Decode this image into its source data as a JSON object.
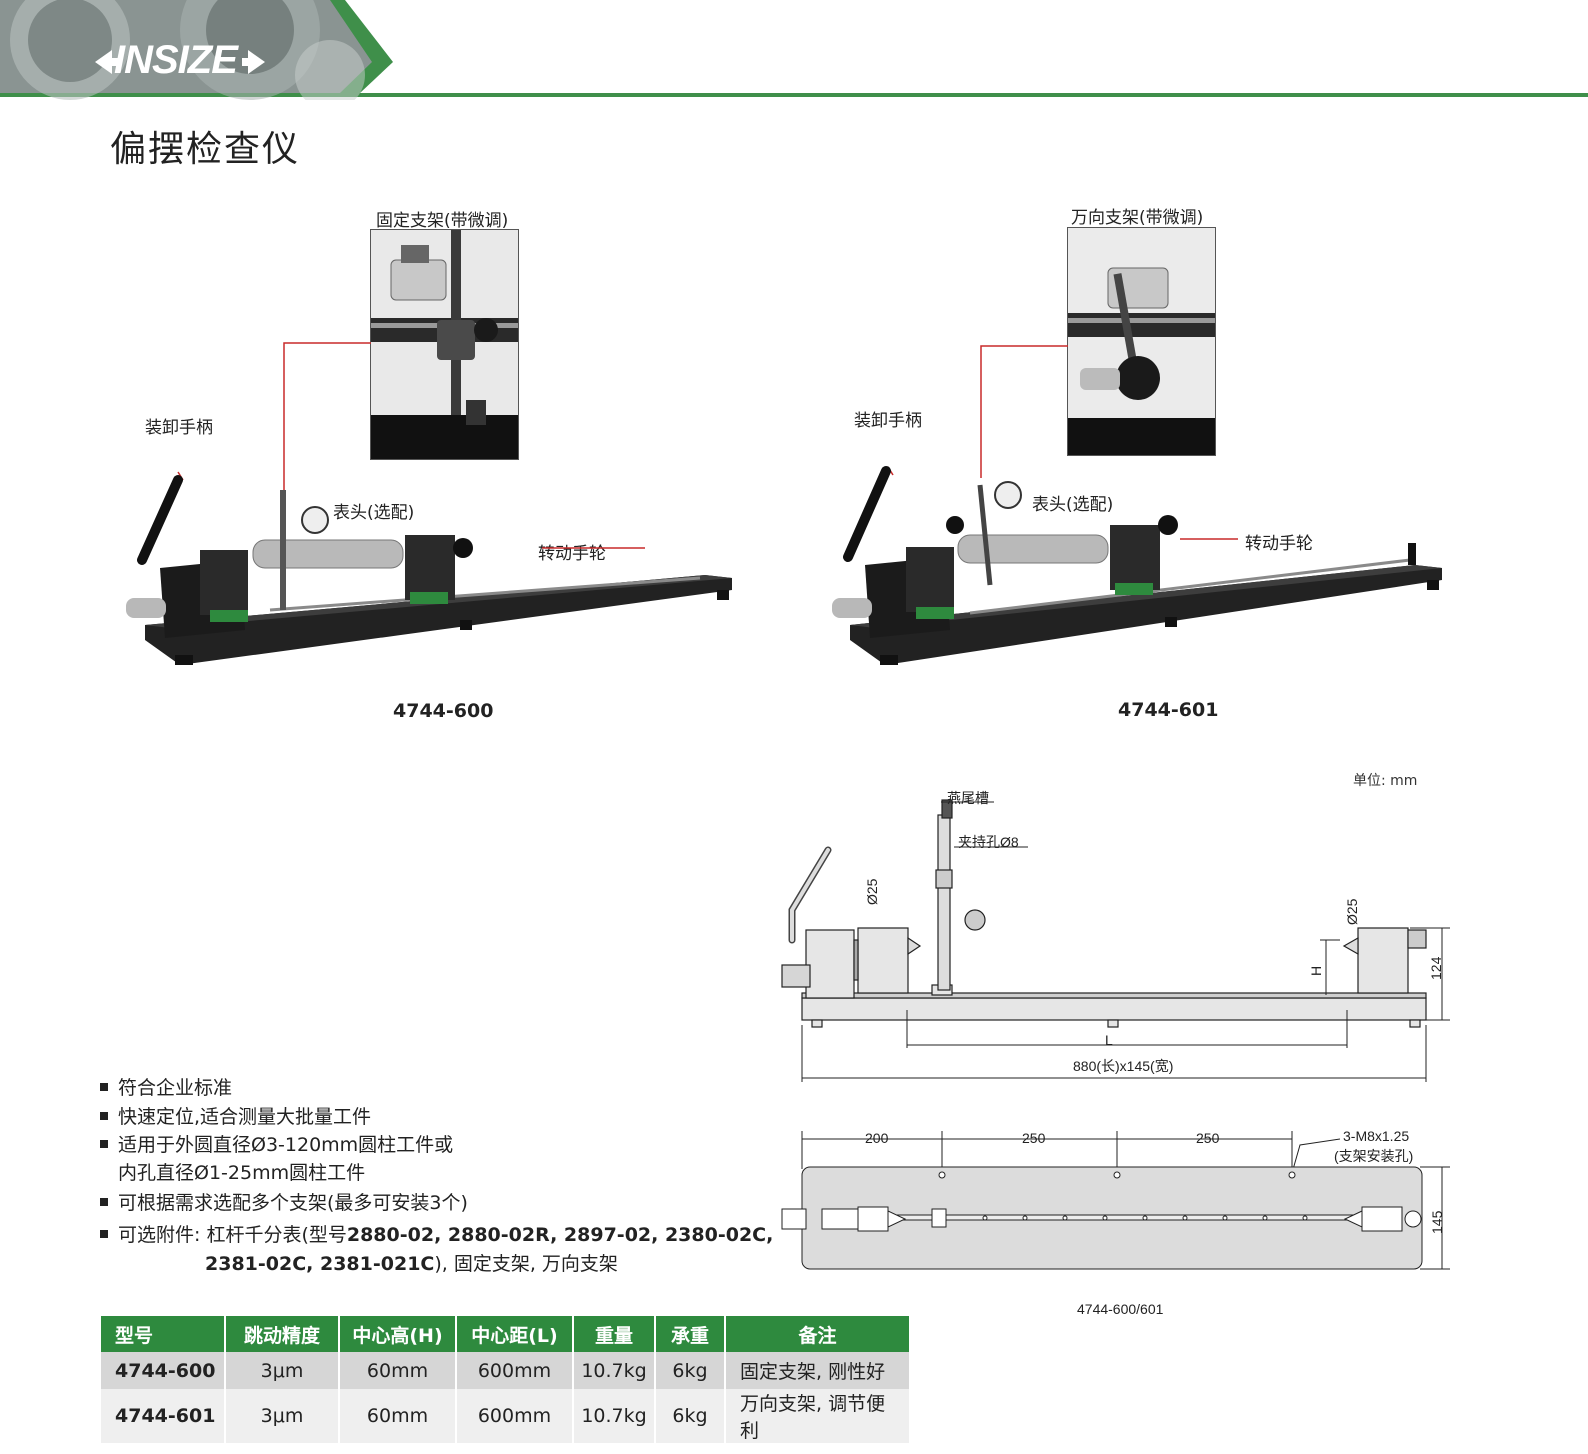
{
  "header": {
    "brand": "INSIZE",
    "accent": "#3f8f4a",
    "dark": "#2b2b2b"
  },
  "page": {
    "title": "偏摆检查仪"
  },
  "products": [
    {
      "model": "4744-600",
      "callouts": {
        "stand": "固定支架(带微调)",
        "handle": "装卸手柄",
        "indicator": "表头(选配)",
        "wheel": "转动手轮"
      }
    },
    {
      "model": "4744-601",
      "callouts": {
        "stand": "万向支架(带微调)",
        "handle": "装卸手柄",
        "indicator": "表头(选配)",
        "wheel": "转动手轮"
      }
    }
  ],
  "drawing": {
    "unit": "单位: mm",
    "labels": {
      "dovetail": "燕尾槽",
      "clamp_hole": "夹持孔Ø8",
      "dia_left": "Ø25",
      "dia_right": "Ø25",
      "h": "H",
      "l": "L",
      "height": "124",
      "size": "880(长)x145(宽)",
      "seg1": "200",
      "seg2": "250",
      "seg3": "250",
      "holes_a": "3-M8x1.25",
      "holes_b": "(支架安装孔)",
      "width": "145"
    },
    "caption": "4744-600/601"
  },
  "features": {
    "f1": "符合企业标准",
    "f2": "快速定位,适合测量大批量工件",
    "f3a": "适用于外圆直径Ø3-120mm圆柱工件或",
    "f3b": "内孔直径Ø1-25mm圆柱工件",
    "f4": "可根据需求选配多个支架(最多可安装3个)",
    "f5_pre": "可选附件: 杠杆千分表(型号",
    "f5_models1": "2880-02, 2880-02R, 2897-02, 2380-02C,",
    "f5_models2": "2381-02C, 2381-021C",
    "f5_post": "), 固定支架, 万向支架"
  },
  "table": {
    "headers": [
      "型号",
      "跳动精度",
      "中心高(H)",
      "中心距(L)",
      "重量",
      "承重",
      "备注"
    ],
    "rows": [
      [
        "4744-600",
        "3μm",
        "60mm",
        "600mm",
        "10.7kg",
        "6kg",
        "固定支架, 刚性好"
      ],
      [
        "4744-601",
        "3μm",
        "60mm",
        "600mm",
        "10.7kg",
        "6kg",
        "万向支架, 调节便利"
      ]
    ],
    "header_color": "#2e8a3e"
  }
}
